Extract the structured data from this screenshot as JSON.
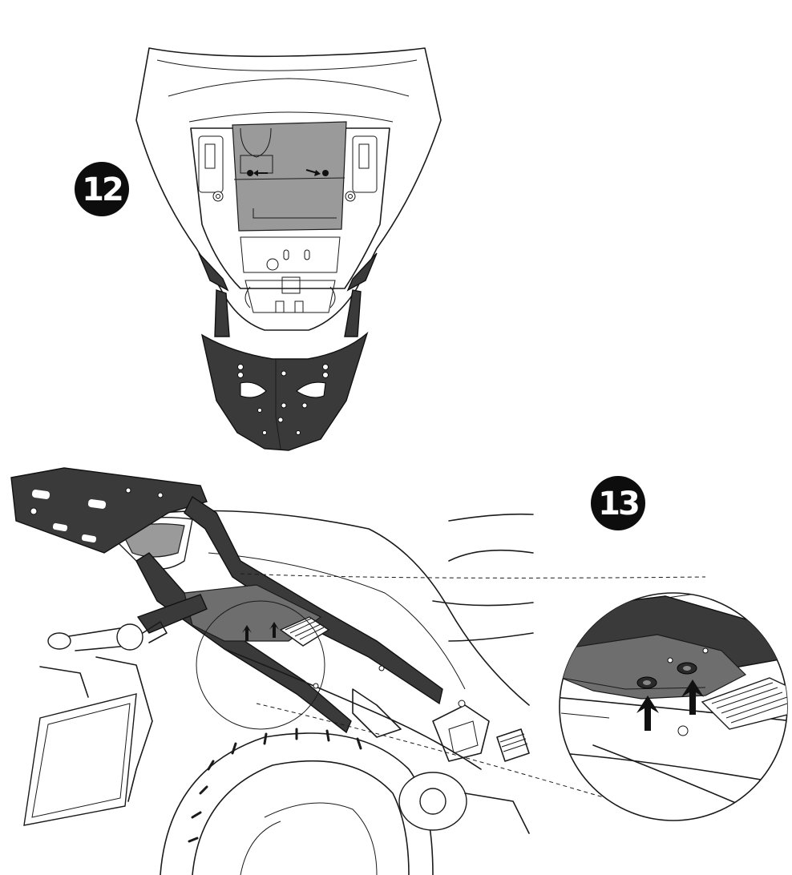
{
  "steps": [
    {
      "number": "12",
      "icon": "step-number-badge"
    },
    {
      "number": "13",
      "icon": "step-number-badge"
    }
  ],
  "colors": {
    "line": "#1a1a1a",
    "bracket_dark": "#3a3a3a",
    "plate_mid": "#6e6e6e",
    "badge_fill": "#0d0d0d",
    "background": "#ffffff"
  }
}
